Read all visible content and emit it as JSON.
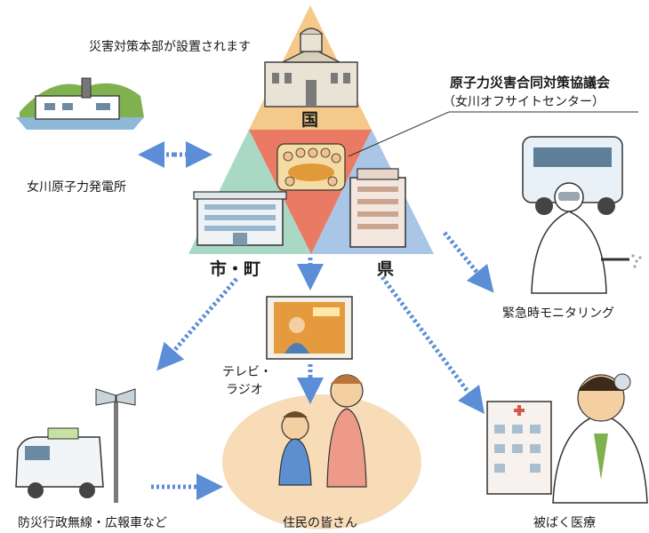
{
  "colors": {
    "national": "#f5c98a",
    "council": "#ea7a63",
    "city": "#a9d8c4",
    "prefecture": "#a9c6e6",
    "arrow": "#5b8ed6",
    "residents_bg": "#f8dcb8"
  },
  "headquarters_note": "災害対策本部が設置されます",
  "nodes": {
    "national": "国",
    "council": "原子力災害合同対策協議会",
    "council_sub": "（女川オフサイトセンター）",
    "city_town": "市・町",
    "prefecture": "県",
    "power_plant": "女川原子力発電所",
    "monitoring": "緊急時モニタリング",
    "tv_radio_1": "テレビ・",
    "tv_radio_2": "ラジオ",
    "broadcast": "防災行政無線・広報車など",
    "residents": "住民の皆さん",
    "medical": "被ばく医療"
  },
  "icons": [
    "power-plant-icon",
    "government-building-icon",
    "meeting-icon",
    "city-hall-icon",
    "prefecture-office-icon",
    "monitoring-car-icon",
    "television-icon",
    "loudspeaker-pole-icon",
    "pr-van-icon",
    "residents-icon",
    "hospital-icon",
    "doctor-icon"
  ]
}
